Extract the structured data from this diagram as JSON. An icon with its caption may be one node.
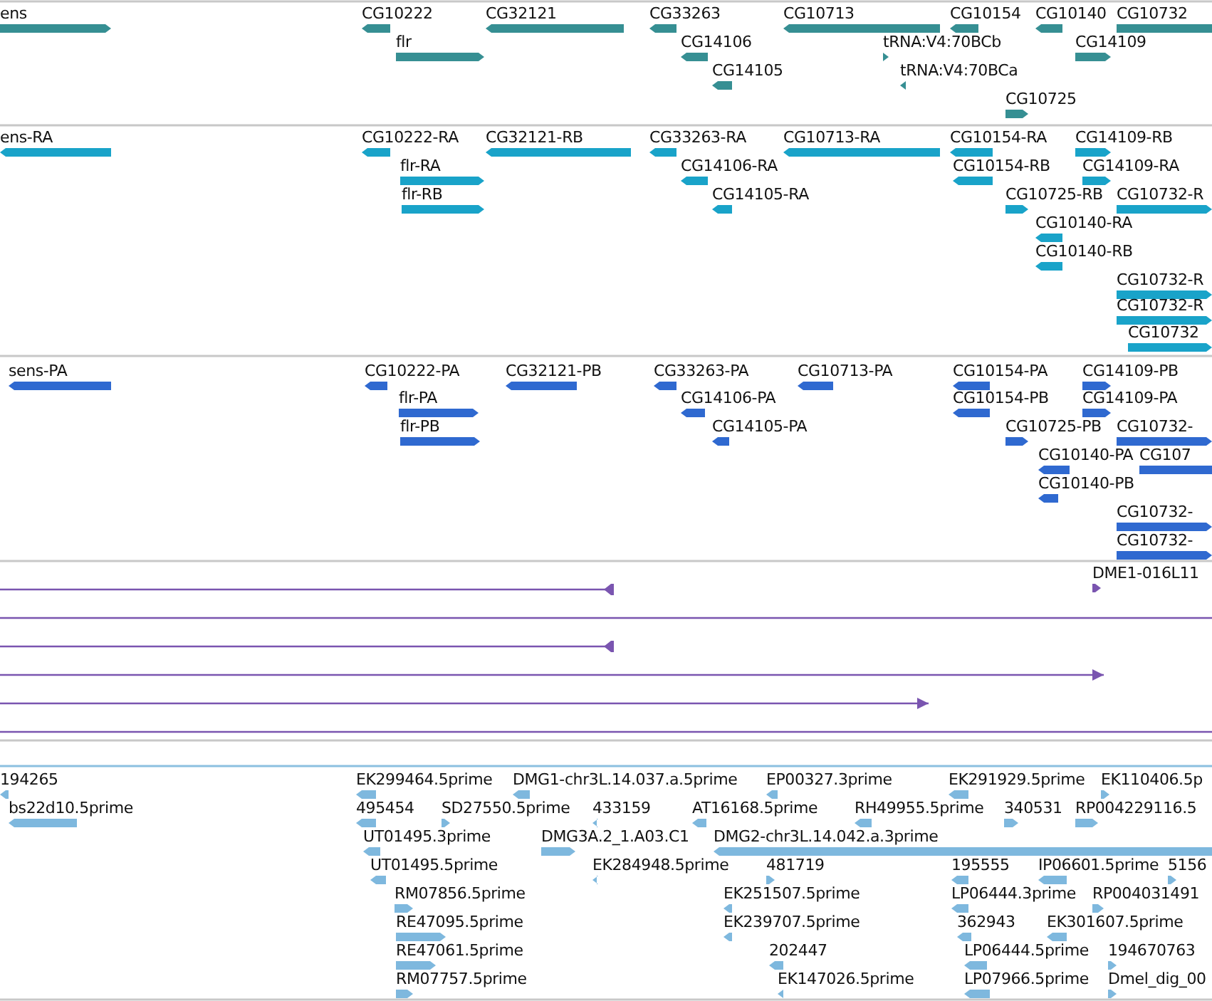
{
  "diagram": {
    "labels": [
      "ens",
      "CG10222",
      "CG32121",
      "CG33263",
      "CG10713",
      "CG10154",
      "CG10140",
      "CG10732",
      "flr",
      "CG14106",
      "tRNA:V4:70BCb",
      "CG14109",
      "CG14105",
      "tRNA:V4:70BCa",
      "CG10725",
      "ens-RA",
      "CG10222-RA",
      "CG32121-RB",
      "CG33263-RA",
      "CG10713-RA",
      "CG10154-RA",
      "CG14109-RB",
      "flr-RA",
      "CG14106-RA",
      "CG10154-RB",
      "CG14109-RA",
      "flr-RB",
      "CG14105-RA",
      "CG10725-RB",
      "CG10732-R",
      "CG10140-RA",
      "CG10140-RB",
      "CG10732-R",
      "CG10732-R",
      "CG10732",
      "sens-PA",
      "CG10222-PA",
      "CG32121-PB",
      "CG33263-PA",
      "CG10713-PA",
      "CG10154-PA",
      "CG14109-PB",
      "flr-PA",
      "CG14106-PA",
      "CG10154-PB",
      "CG14109-PA",
      "flr-PB",
      "CG14105-PA",
      "CG10725-PB",
      "CG10732-",
      "CG10140-PA",
      "CG107",
      "CG10140-PB",
      "CG10732-",
      "CG10732-",
      "DME1-016L11",
      "194265",
      "EK299464.5prime",
      "DMG1-chr3L.14.037.a.5prime",
      "EP00327.3prime",
      "EK291929.5prime",
      "EK110406.5p",
      "bs22d10.5prime",
      "495454",
      "SD27550.5prime",
      "433159",
      "AT16168.5prime",
      "RH49955.5prime",
      "340531",
      "RP004229116.5",
      "UT01495.3prime",
      "DMG3A.2_1.A03.C1",
      "DMG2-chr3L.14.042.a.3prime",
      "UT01495.5prime",
      "EK284948.5prime",
      "481719",
      "195555",
      "IP06601.5prime",
      "5156",
      "RM07856.5prime",
      "EK251507.5prime",
      "LP06444.3prime",
      "RP004031491",
      "RE47095.5prime",
      "EK239707.5prime",
      "362943",
      "EK301607.5prime",
      "RE47061.5prime",
      "202447",
      "LP06444.5prime",
      "194670763",
      "RM07757.5prime",
      "EK147026.5prime",
      "LP07966.5prime",
      "Dmel_dig_00"
    ]
  }
}
